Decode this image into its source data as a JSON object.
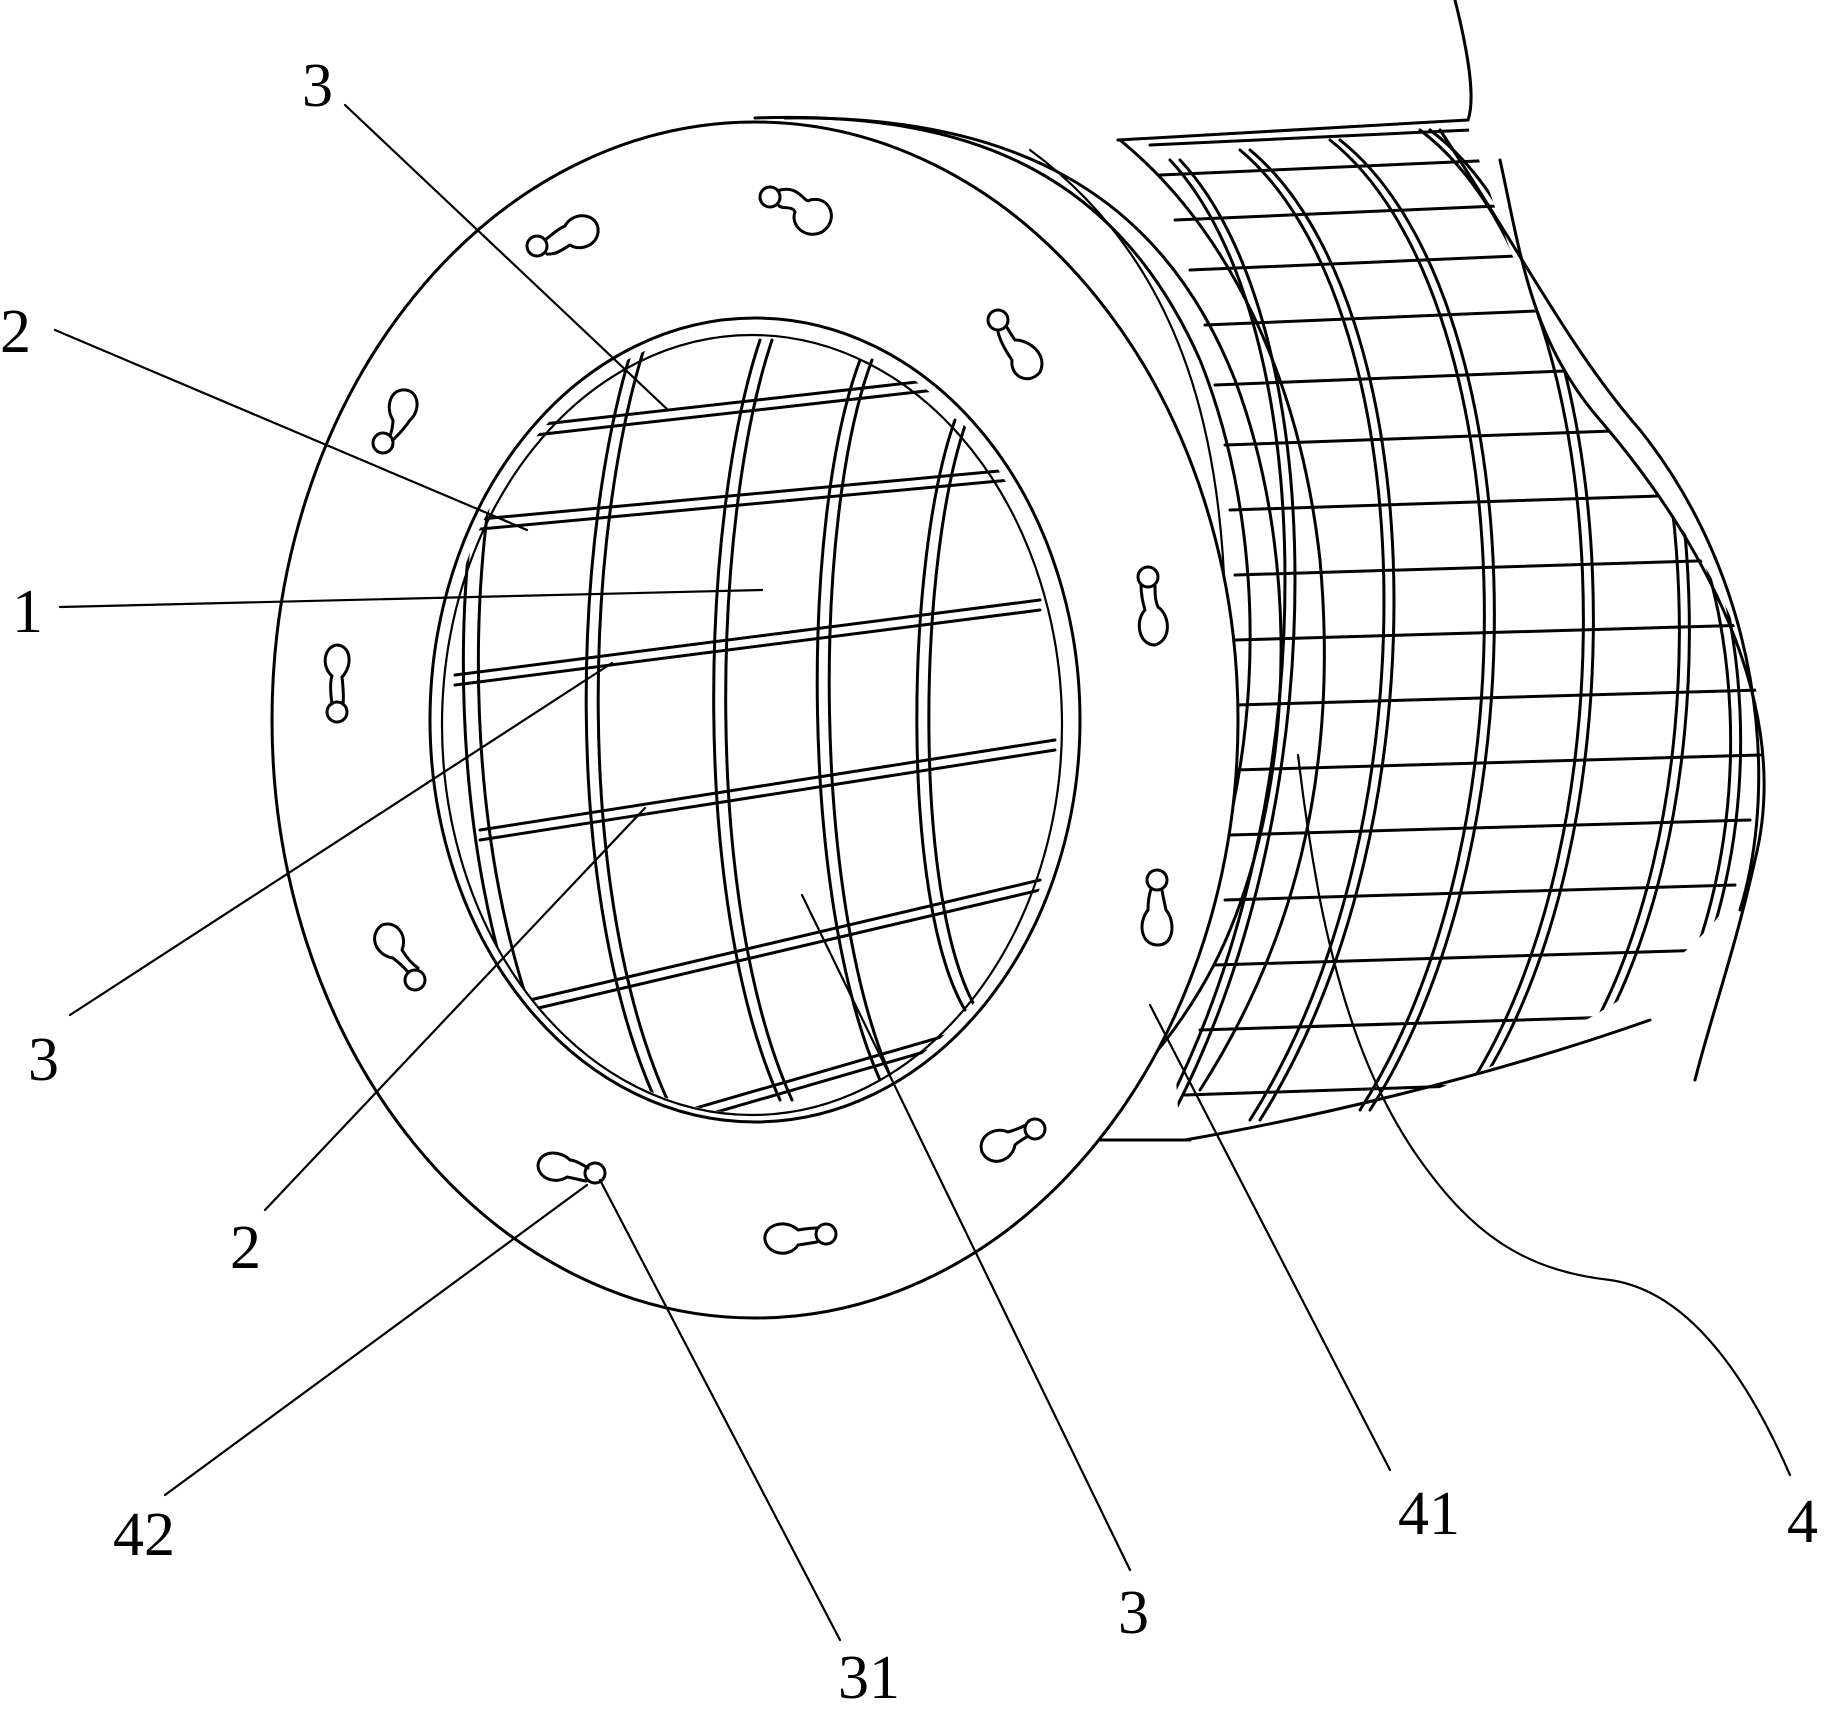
{
  "figure": {
    "labels": {
      "l3_top": "3",
      "l2_upper": "2",
      "l1": "1",
      "l3_left": "3",
      "l2_lower": "2",
      "l42": "42",
      "l31": "31",
      "l3_bottom": "3",
      "l41": "41",
      "l4": "4"
    }
  }
}
